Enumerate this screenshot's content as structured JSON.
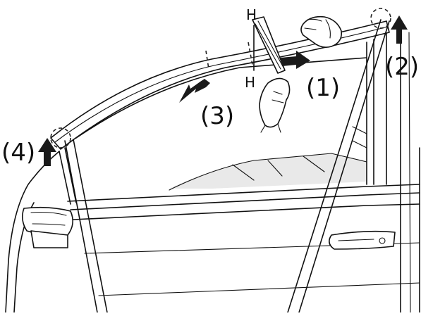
{
  "steps": [
    {
      "label": "(1)"
    },
    {
      "label": "(2)"
    },
    {
      "label": "(3)"
    },
    {
      "label": "(4)"
    }
  ],
  "section_marks": {
    "top": "H",
    "bottom": "H"
  },
  "colors": {
    "line": "#111111",
    "glass_shade": "#e9e9e9",
    "arrow": "#1a1a1a"
  }
}
